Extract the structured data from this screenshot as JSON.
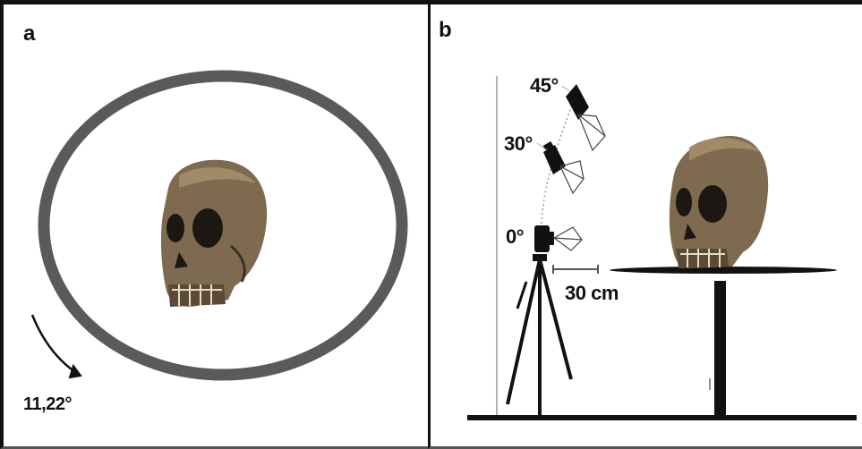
{
  "panel_a": {
    "label": "a",
    "rotation_step": "11,22°"
  },
  "panel_b": {
    "label": "b",
    "angles": [
      "45°",
      "30°",
      "0°"
    ],
    "distance": "30 cm"
  },
  "colors": {
    "ring": "#5a5a5a",
    "ink": "#111111",
    "skull_light": "#8a7558",
    "skull_dark": "#4a3d2c"
  }
}
